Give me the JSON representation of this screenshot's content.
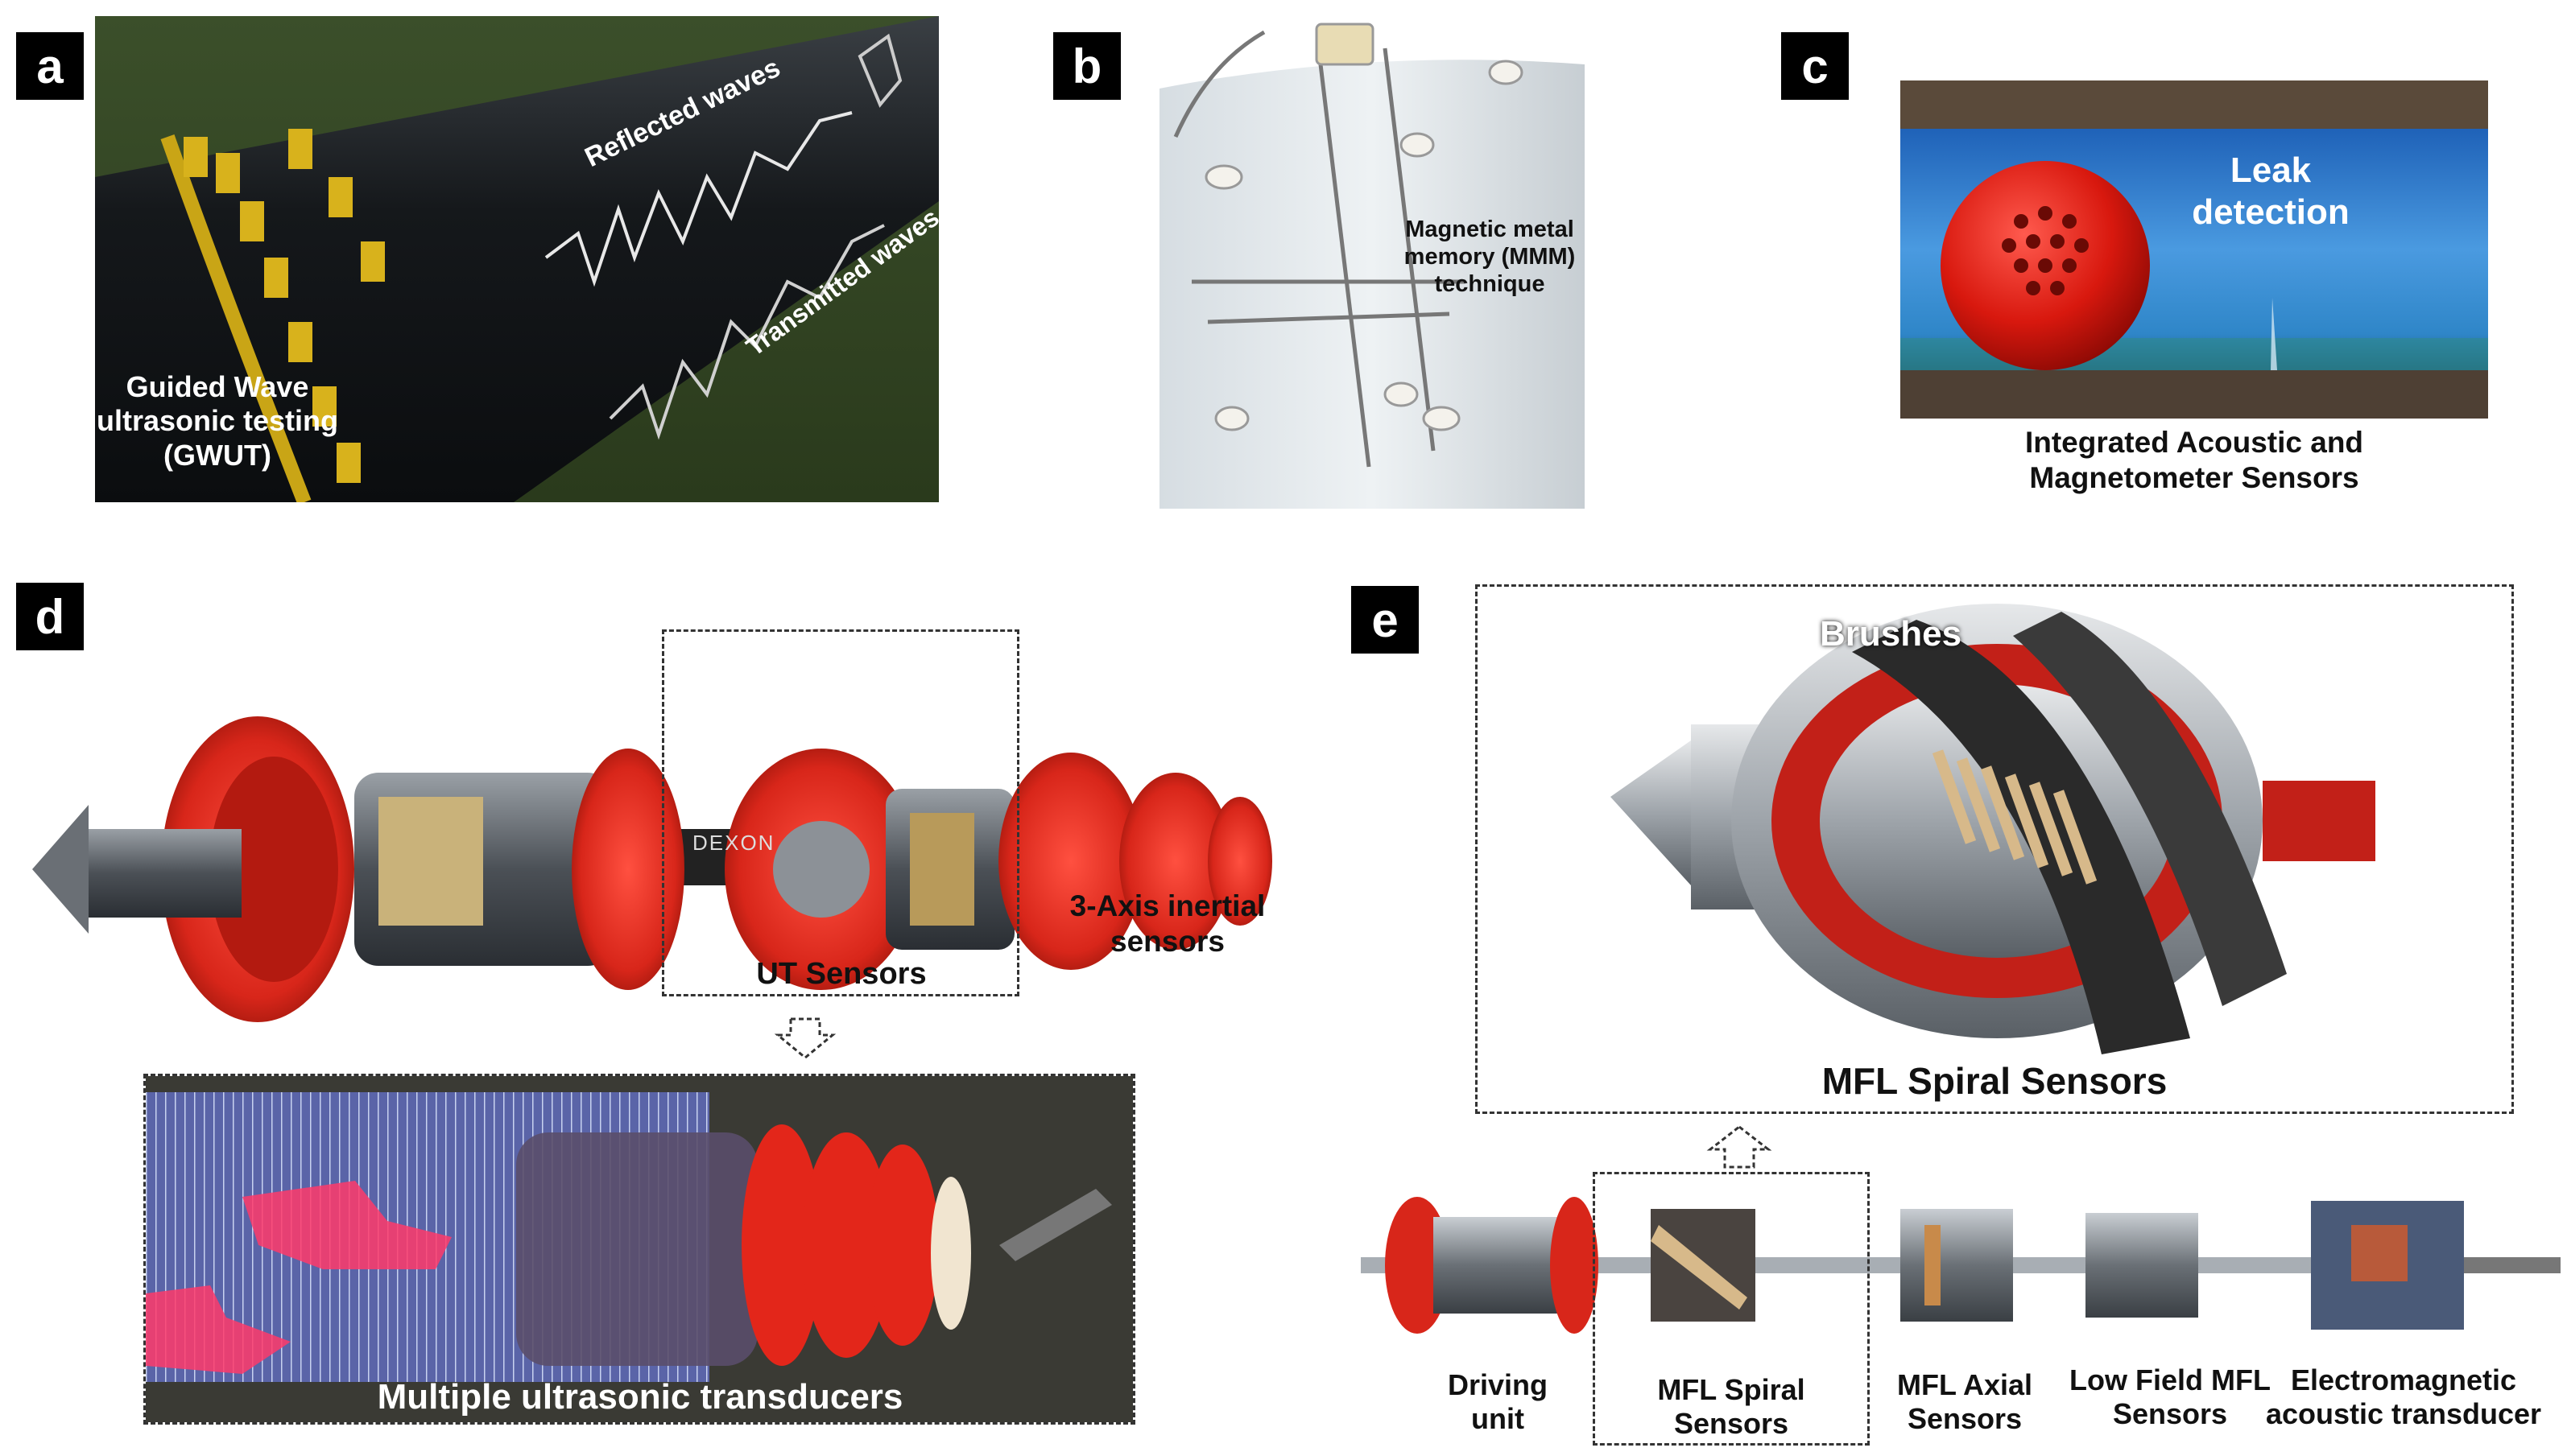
{
  "panels": {
    "a": {
      "letter": "a",
      "gwut_line1": "Guided Wave",
      "gwut_line2": "ultrasonic testing",
      "gwut_line3": "(GWUT)",
      "reflected": "Reflected waves",
      "transmitted": "Transmitted waves"
    },
    "b": {
      "letter": "b",
      "mmm_line1": "Magnetic metal",
      "mmm_line2": "memory (MMM)",
      "mmm_line3": "technique"
    },
    "c": {
      "letter": "c",
      "leak_line1": "Leak",
      "leak_line2": "detection",
      "caption_line1": "Integrated Acoustic and",
      "caption_line2": "Magnetometer Sensors"
    },
    "d": {
      "letter": "d",
      "brand": "DEXON",
      "ut_sensors": "UT Sensors",
      "inertial_line1": "3-Axis inertial",
      "inertial_line2": "sensors",
      "transducers": "Multiple ultrasonic transducers"
    },
    "e": {
      "letter": "e",
      "brushes": "Brushes",
      "spiral_title": "MFL Spiral Sensors",
      "modules": [
        {
          "line1": "Driving",
          "line2": "unit"
        },
        {
          "line1": "MFL Spiral",
          "line2": "Sensors"
        },
        {
          "line1": "MFL Axial",
          "line2": "Sensors"
        },
        {
          "line1": "Low Field MFL",
          "line2": "Sensors"
        },
        {
          "line1": "Electromagnetic",
          "line2": "acoustic transducer"
        }
      ]
    }
  },
  "colors": {
    "tool_red": "#d8261a",
    "pipe_dark": "#1c2024",
    "water_blue": "#3f8fd6",
    "panel_letter_bg": "#000000"
  }
}
